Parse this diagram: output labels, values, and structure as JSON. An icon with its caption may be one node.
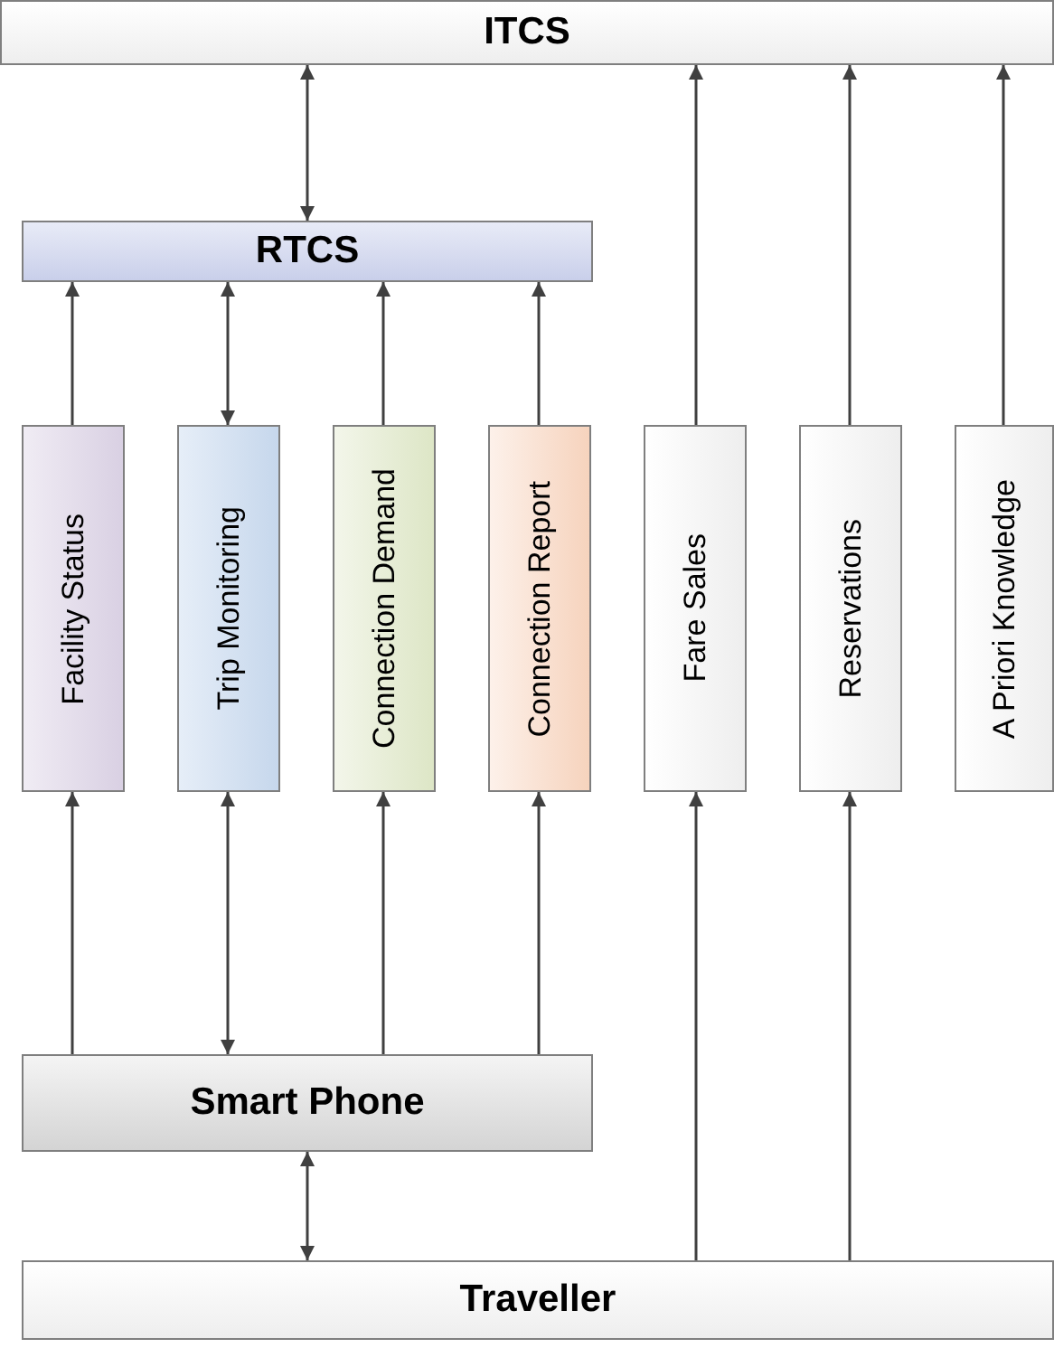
{
  "diagram": {
    "nodes": [
      {
        "text": [
          "ITCS"
        ]
      },
      {
        "text": [
          "RTCS"
        ]
      },
      {
        "text": [
          "Facility Status"
        ]
      },
      {
        "text": [
          "Trip Monitoring"
        ]
      },
      {
        "text": [
          "Connection Demand"
        ]
      },
      {
        "text": [
          "Connection Report"
        ]
      },
      {
        "text": [
          "Fare Sales"
        ]
      },
      {
        "text": [
          "Reservations"
        ]
      },
      {
        "text": [
          "A Priori Knowledge"
        ]
      },
      {
        "text": [
          "Smart Phone"
        ]
      },
      {
        "text": [
          "Traveller"
        ]
      }
    ],
    "edges": [
      {
        "from": 1,
        "to": 0,
        "arrow": "both"
      },
      {
        "from": 6,
        "to": 0,
        "arrow": "to"
      },
      {
        "from": 7,
        "to": 0,
        "arrow": "to"
      },
      {
        "from": 8,
        "to": 0,
        "arrow": "to"
      },
      {
        "from": 2,
        "to": 1,
        "arrow": "to"
      },
      {
        "from": 3,
        "to": 1,
        "arrow": "both"
      },
      {
        "from": 4,
        "to": 1,
        "arrow": "to"
      },
      {
        "from": 5,
        "to": 1,
        "arrow": "to"
      },
      {
        "from": 9,
        "to": 2,
        "arrow": "to"
      },
      {
        "from": 9,
        "to": 3,
        "arrow": "both"
      },
      {
        "from": 9,
        "to": 4,
        "arrow": "to"
      },
      {
        "from": 9,
        "to": 5,
        "arrow": "to"
      },
      {
        "from": 10,
        "to": 9,
        "arrow": "both"
      },
      {
        "from": 10,
        "to": 6,
        "arrow": "to"
      },
      {
        "from": 10,
        "to": 7,
        "arrow": "to"
      }
    ]
  }
}
